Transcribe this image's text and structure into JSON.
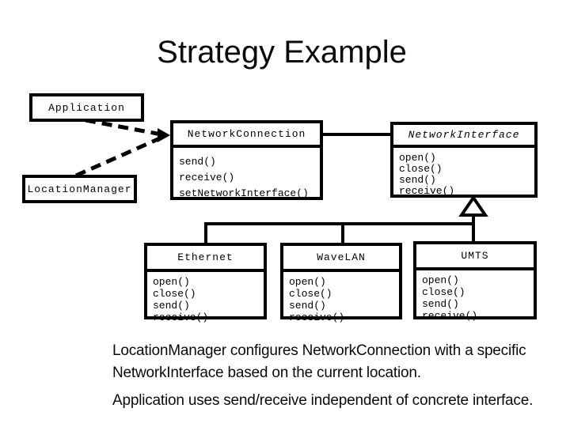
{
  "slide": {
    "title": "Strategy Example",
    "background_color": "#ffffff",
    "ink_color": "#000000"
  },
  "diagram": {
    "type": "uml-class-diagram",
    "classes": [
      {
        "name": "Application",
        "methods": []
      },
      {
        "name": "LocationManager",
        "methods": []
      },
      {
        "name": "NetworkConnection",
        "methods": [
          "send()",
          "receive()",
          "setNetworkInterface()"
        ]
      },
      {
        "name": "NetworkInterface",
        "abstract": true,
        "methods": [
          "open()",
          "close()",
          "send()",
          "receive()"
        ]
      },
      {
        "name": "Ethernet",
        "methods": [
          "open()",
          "close()",
          "send()",
          "receive()"
        ]
      },
      {
        "name": "WaveLAN",
        "methods": [
          "open()",
          "close()",
          "send()",
          "receive()"
        ]
      },
      {
        "name": "UMTS",
        "methods": [
          "open()",
          "close()",
          "send()",
          "receive()"
        ]
      }
    ],
    "relations": [
      {
        "type": "dependency",
        "from": "Application",
        "to": "NetworkConnection",
        "style": "dashed-arrow"
      },
      {
        "type": "dependency",
        "from": "LocationManager",
        "to": "NetworkConnection",
        "style": "dashed-arrow"
      },
      {
        "type": "association",
        "from": "NetworkConnection",
        "to": "NetworkInterface",
        "style": "solid-line"
      },
      {
        "type": "inheritance",
        "parent": "NetworkInterface",
        "children": [
          "Ethernet",
          "WaveLAN",
          "UMTS"
        ],
        "style": "hollow-triangle"
      }
    ]
  },
  "captions": [
    [
      "LocationManager configures NetworkConnection with a specific",
      "NetworkInterface based on the current location."
    ],
    [
      "Application uses send/receive independent of concrete interface."
    ]
  ]
}
